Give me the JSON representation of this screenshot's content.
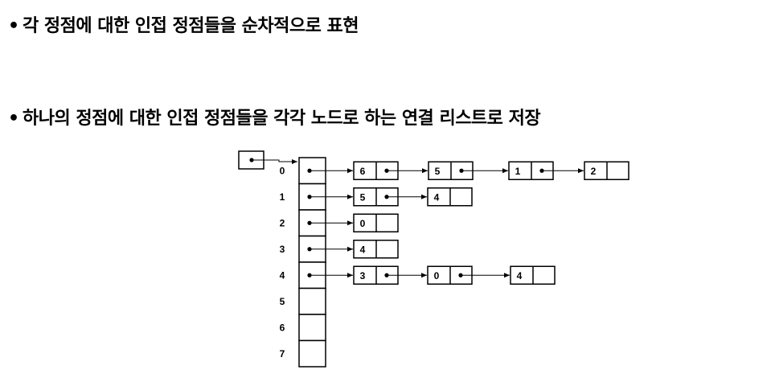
{
  "bullets": [
    {
      "dot": "•",
      "text": "각 정점에 대한 인접 정점들을 순차적으로 표현"
    },
    {
      "dot": "•",
      "text": "하나의 정점에 대한 인접 정점들을 각각 노드로 하는 연결 리스트로 저장"
    }
  ],
  "adjacency_list": {
    "indices": [
      "0",
      "1",
      "2",
      "3",
      "4",
      "5",
      "6",
      "7"
    ],
    "lists": [
      [
        "6",
        "5",
        "1",
        "2"
      ],
      [
        "5",
        "4"
      ],
      [
        "0"
      ],
      [
        "4"
      ],
      [
        "3",
        "0",
        "4"
      ],
      [],
      [],
      []
    ]
  }
}
